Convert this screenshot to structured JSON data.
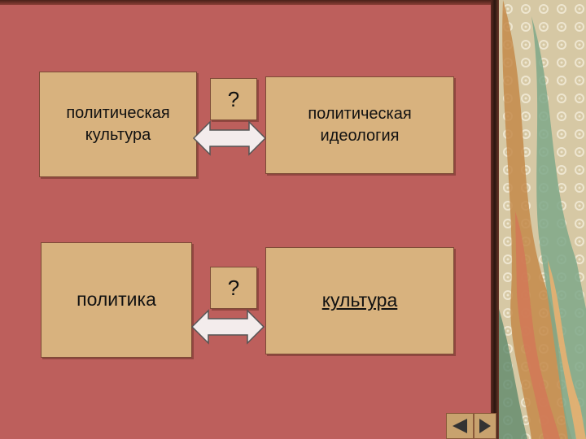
{
  "boxes": {
    "top_left": "политическая\nкультура",
    "top_right": "политическая\nидеология",
    "bottom_left": "политика",
    "bottom_right": "культура"
  },
  "questions": {
    "top": "?",
    "bottom": "?"
  },
  "nav": {
    "prev_icon": "triangle-left-icon",
    "back_icon": "triangle-left-icon",
    "next_icon": "triangle-right-icon"
  },
  "colors": {
    "background": "#bd5f5c",
    "box_fill": "#d8b27e",
    "arrow_fill": "#f3ecec"
  }
}
